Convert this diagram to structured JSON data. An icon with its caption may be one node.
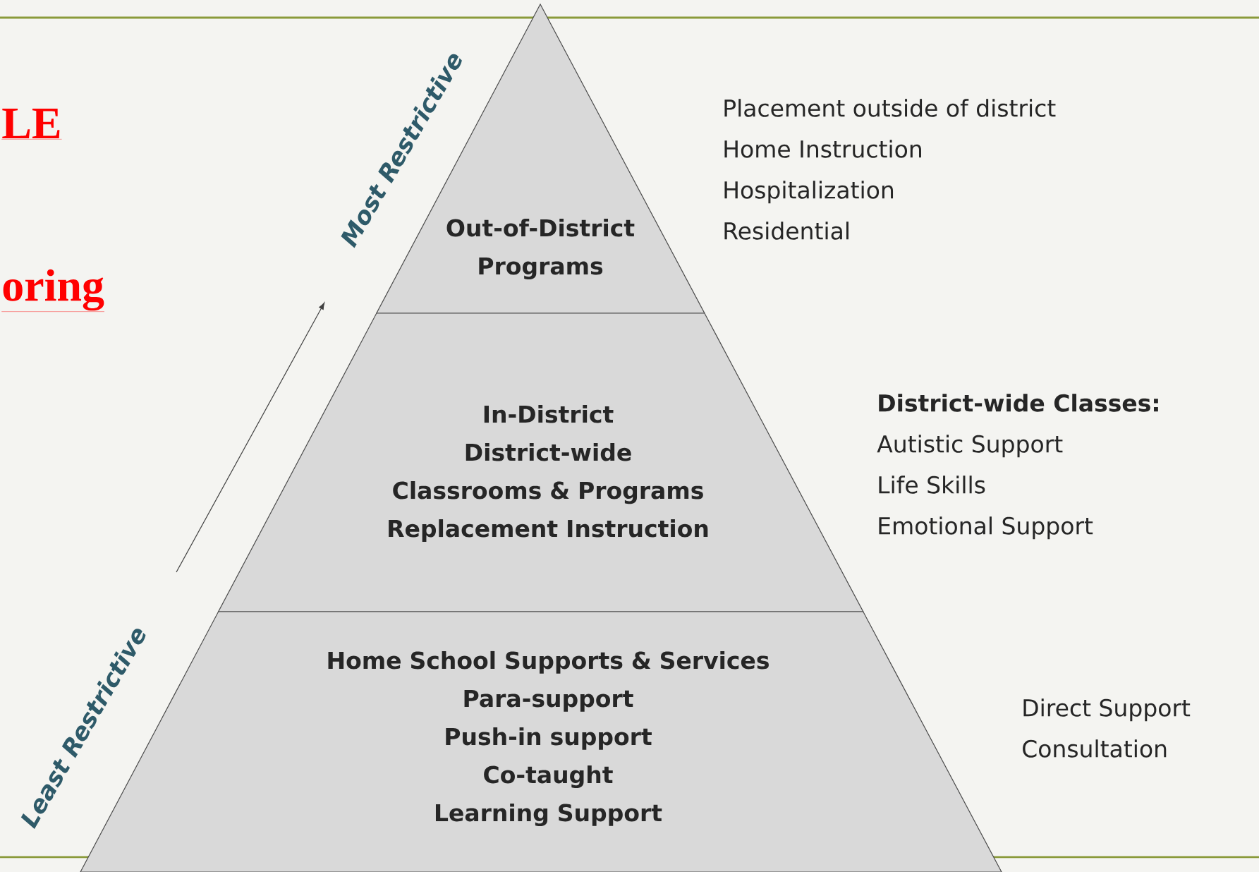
{
  "diagram": {
    "nodes": [
      {
        "text": [
          "Out-of-District Programs"
        ],
        "beside": [
          "Placement outside of district",
          "Home Instruction",
          "Hospitalization",
          "Residential"
        ]
      },
      {
        "text": [
          "In-District",
          "District-wide Classrooms & Programs",
          "Replacement Instruction"
        ],
        "beside": [
          "**District-wide Classes:**",
          "Autistic Support",
          "Life Skills",
          "Emotional Support"
        ]
      },
      {
        "text": [
          "Home School Supports & Services",
          "Para-support",
          "Push-in support",
          "Co-taught",
          "Learning Support"
        ],
        "beside": [
          "Direct Support",
          "Consultation"
        ]
      }
    ],
    "edges": [],
    "labels": [
      "LE",
      "oring",
      "Most Restrictive",
      "Least Restrictive"
    ]
  }
}
